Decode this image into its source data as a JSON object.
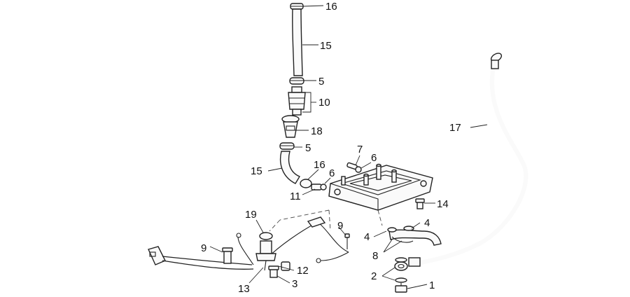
{
  "callouts": {
    "c16a": "16",
    "c15a": "15",
    "c5a": "5",
    "c10": "10",
    "c18": "18",
    "c5b": "5",
    "c7": "7",
    "c6a": "6",
    "c16b": "16",
    "c6b": "6",
    "c15b": "15",
    "c11": "11",
    "c17": "17",
    "c14": "14",
    "c19": "19",
    "c9a": "9",
    "c4a": "4",
    "c4b": "4",
    "c8": "8",
    "c9b": "9",
    "c12": "12",
    "c13": "13",
    "c3": "3",
    "c2": "2",
    "c1": "1"
  }
}
